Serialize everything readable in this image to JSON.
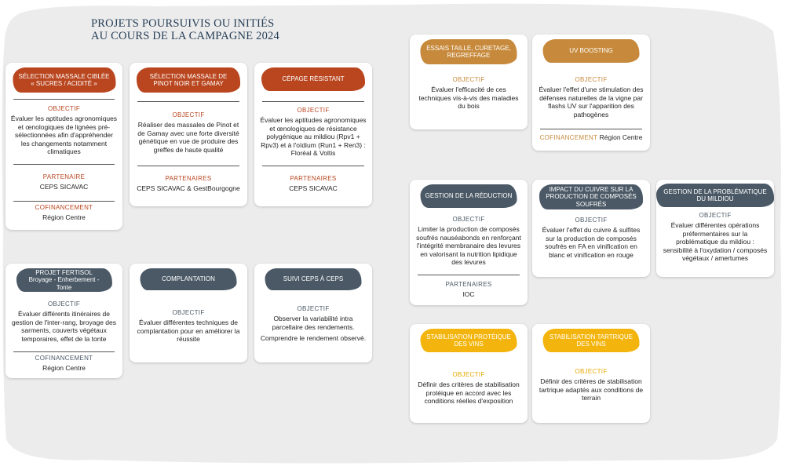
{
  "title": {
    "line1": "PROJETS POURSUIVIS OU INITIÉS",
    "line2": "AU COURS DE LA CAMPAGNE 2024"
  },
  "colors": {
    "rust": "#b9461f",
    "gold": "#c78a3c",
    "slate": "#4b5966",
    "yellow": "#f3b50d",
    "background": "#ececec",
    "title": "#263e57"
  },
  "cards": {
    "selection_massale": {
      "tag": "SÉLECTION MASSALE CIBLÉE « SUCRES / ACIDITÉ »",
      "objectif_label": "OBJECTIF",
      "objectif": "Évaluer les aptitudes agronomiques et œnologiques de lignées pré-sélectionnées afin d'appréhender les changements notamment climatiques",
      "partenaire_label": "PARTENAIRE",
      "partenaire": "CEPS SICAVAC",
      "cofinancement_label": "COFINANCEMENT",
      "cofinancement": "Région Centre"
    },
    "pinot_gamay": {
      "tag": "SÉLECTION MASSALE DE PINOT NOIR ET GAMAY",
      "objectif_label": "OBJECTIF",
      "objectif": "Réaliser des massales de Pinot et de Gamay avec une forte diversité génétique en vue de produire des greffes de haute qualité",
      "partenaires_label": "PARTENAIRES",
      "partenaires": "CEPS SICAVAC & GestBourgogne"
    },
    "cepage": {
      "tag": "CÉPAGE RÉSISTANT",
      "objectif_label": "OBJECTIF",
      "objectif": "Évaluer les aptitudes agronomiques et œnologiques de résistance polygénique au mildiou (Rpv1 + Rpv3) et à l'oïdium (Run1 + Ren3) : Floréal & Voltis",
      "partenaires_label": "PARTENAIRES",
      "partenaires": "CEPS SICAVAC"
    },
    "essais_taille": {
      "tag": "ESSAIS TAILLE, CURETAGE, REGREFFAGE",
      "objectif_label": "OBJECTIF",
      "objectif": "Évaluer l'efficacité de ces techniques vis-à-vis des maladies du bois"
    },
    "uv_boosting": {
      "tag": "UV BOOSTING",
      "objectif_label": "OBJECTIF",
      "objectif": "Évaluer l'effet d'une stimulation des défenses naturelles de la vigne par flashs UV sur l'apparition des pathogènes",
      "cofinancement_label": "COFINANCEMENT",
      "cofinancement": "Région Centre"
    },
    "gestion_reduction": {
      "tag": "GESTION DE LA RÉDUCTION",
      "objectif_label": "OBJECTIF",
      "objectif": "Limiter la production de composés soufrés nauséabonds en renforçant l'intégrité membranaire des levures en valorisant la nutrition lipidique des levures",
      "partenaires_label": "PARTENAIRES",
      "partenaires": "IOC"
    },
    "impact_cuivre": {
      "tag": "IMPACT DU CUIVRE SUR LA PRODUCTION DE COMPOSÉS SOUFRÉS",
      "objectif_label": "OBJECTIF",
      "objectif": "Évaluer l'effet du cuivre & sulfites sur la production de composés soufrés en FA en vinification en blanc et vinification en rouge"
    },
    "gestion_mildiou": {
      "tag": "GESTION DE LA PROBLÉMATIQUE DU MILDIOU",
      "objectif_label": "OBJECTIF",
      "objectif": "Évaluer différentes opérations préfermentaires sur la problématique du mildiou : sensibilité à l'oxydation / composés végétaux / amertumes"
    },
    "fertisol": {
      "tag_line1": "PROJET FERTISOL",
      "tag_line2": "Broyage - Enherbement - Tonte",
      "objectif_label": "OBJECTIF",
      "objectif": "Évaluer différents itinéraires de gestion de l'inter-rang, broyage des sarments, couverts végétaux temporaires, effet de la tonte",
      "cofinancement_label": "COFINANCEMENT",
      "cofinancement": "Région Centre"
    },
    "complantation": {
      "tag": "COMPLANTATION",
      "objectif_label": "OBJECTIF",
      "objectif": "Évaluer différentes techniques de complantation pour en améliorer la réussite"
    },
    "suivi_ceps": {
      "tag": "SUIVI CEPS À CEPS",
      "objectif_label": "OBJECTIF",
      "objectif": "Observer la variabilité intra parcellaire des rendements.",
      "objectif2": "Comprendre le rendement observé."
    },
    "stab_proteique": {
      "tag": "STABILISATION PROTÉIQUE DES VINS",
      "objectif_label": "OBJECTIF",
      "objectif": "Définir des critères de stabilisation protéique en accord avec les conditions réelles d'exposition"
    },
    "stab_tartrique": {
      "tag": "STABILISATION TARTRIQUE DES VINS",
      "objectif_label": "OBJECTIF",
      "objectif": "Définir des critères de stabilisation tartrique adaptés aux conditions de terrain"
    }
  }
}
